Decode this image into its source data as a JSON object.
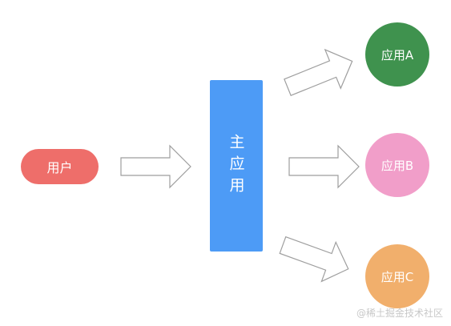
{
  "nodes": {
    "user": {
      "label": "用户",
      "color": "#ee6e6a"
    },
    "main_app": {
      "label": "主应用",
      "color": "#4d9bf6"
    },
    "app_a": {
      "label": "应用A",
      "color": "#3f924e"
    },
    "app_b": {
      "label": "应用B",
      "color": "#f19ec9"
    },
    "app_c": {
      "label": "应用C",
      "color": "#f1af6c"
    }
  },
  "arrow_color": "#9e9e9e",
  "watermark": "@稀土掘金技术社区"
}
